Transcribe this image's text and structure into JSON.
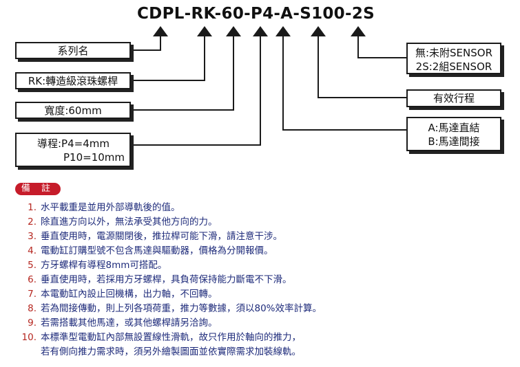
{
  "model_code": "CDPL-RK-60-P4-A-S100-2S",
  "left_boxes": {
    "series": "系列名",
    "rk": "RK:轉造級滾珠螺桿",
    "width": "寬度:60mm",
    "lead_line1": "導程:P4=4mm",
    "lead_line2": "P10=10mm"
  },
  "right_boxes": {
    "sensor_line1": "無:未附SENSOR",
    "sensor_line2": "2S:2組SENSOR",
    "stroke": "有效行程",
    "motor_line1": "A:馬達直結",
    "motor_line2": "B:馬達間接"
  },
  "notes_title": "備 註",
  "notes": [
    {
      "num": "1.",
      "text": "水平載重是並用外部導軌後的值。"
    },
    {
      "num": "2.",
      "text": "除直進方向以外，無法承受其他方向的力。"
    },
    {
      "num": "3.",
      "text": "垂直使用時，電源關閉後，推拉桿可能下滑，請注意干涉。"
    },
    {
      "num": "4.",
      "text": "電動缸訂購型號不包含馬達與驅動器，價格為分開報價。"
    },
    {
      "num": "5.",
      "text": "方牙螺桿有導程8mm可搭配。"
    },
    {
      "num": "6.",
      "text": "垂直使用時，若採用方牙螺桿，具負荷保持能力斷電不下滑。"
    },
    {
      "num": "7.",
      "text": "本電動缸內設止回機構，出力軸，不回轉。"
    },
    {
      "num": "8.",
      "text": "若為間接傳動，則上列各項荷重，推力等數據，須以80%效率計算。"
    },
    {
      "num": "9.",
      "text": "若需搭載其他馬達，或其他螺桿請另洽詢。"
    },
    {
      "num": "10.",
      "text": "本標準型電動缸內部無設置線性滑軌，故只作用於軸向的推力，",
      "cont": "若有側向推力需求時，須另外繪製圖面並依實際需求加裝線軌。"
    }
  ],
  "colors": {
    "badge": "#c61c2a",
    "note_text": "#1d2a7a",
    "note_number": "#b5261f",
    "line": "#1a1a1a"
  }
}
